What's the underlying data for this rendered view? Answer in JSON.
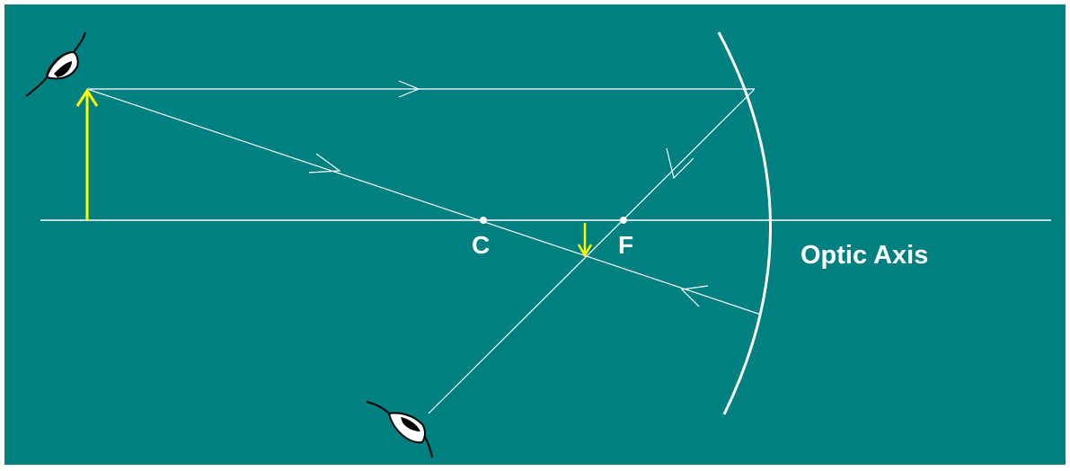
{
  "diagram": {
    "labels": {
      "center_point": "C",
      "focal_point": "F",
      "axis": "Optic Axis"
    },
    "colors": {
      "background": "#008080",
      "frame": "#ffffff",
      "rays": "#ffffff",
      "object_arrow": "#ffff00",
      "image_arrow": "#ffff00",
      "mirror": "#ffffff"
    },
    "elements": {
      "mirror": "concave-mirror",
      "object": "upright-arrow",
      "image": "inverted-arrow",
      "observers": [
        "eye-icon",
        "eye-icon"
      ]
    }
  }
}
